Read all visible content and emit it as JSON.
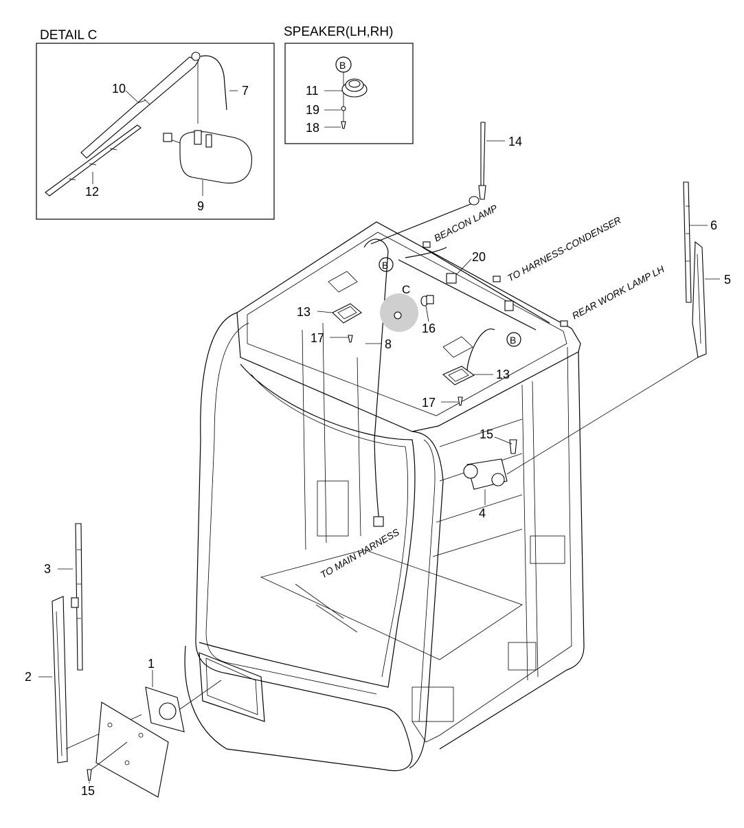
{
  "detail_c": {
    "title": "DETAIL C",
    "labels": {
      "p10": "10",
      "p7": "7",
      "p12": "12",
      "p9": "9"
    }
  },
  "speaker": {
    "title": "SPEAKER(LH,RH)",
    "ref": "B",
    "labels": {
      "p11": "11",
      "p19": "19",
      "p18": "18"
    }
  },
  "callouts": {
    "p1": "1",
    "p2": "2",
    "p3": "3",
    "p4": "4",
    "p5": "5",
    "p6": "6",
    "p8": "8",
    "p13a": "13",
    "p13b": "13",
    "p14": "14",
    "p15a": "15",
    "p15b": "15",
    "p16": "16",
    "p17a": "17",
    "p17b": "17",
    "p20": "20"
  },
  "refs": {
    "c": "C",
    "b1": "B",
    "b2": "B"
  },
  "notes": {
    "beacon": "BEACON LAMP",
    "condenser": "TO HARNESS-CONDENSER",
    "rear_lamp": "REAR WORK LAMP LH",
    "main_harness": "TO MAIN HARNESS"
  }
}
